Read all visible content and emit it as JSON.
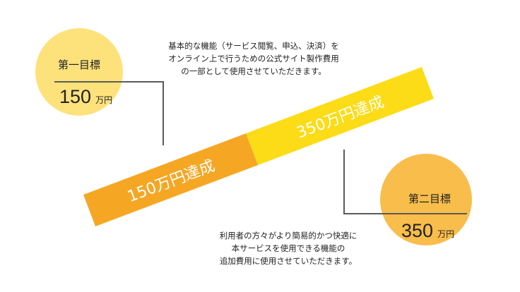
{
  "goal1": {
    "label": "第一目標",
    "value": "150",
    "unit": "万円"
  },
  "goal2": {
    "label": "第二目標",
    "value": "350",
    "unit": "万円"
  },
  "banner": {
    "stage1": "150万円達成",
    "stage2": "350万円達成"
  },
  "note1": [
    "基本的な機能（サービス閲覧、申込、決済）を",
    "オンライン上で行うための公式サイト製作費用",
    "の一部として使用させていただきます。"
  ],
  "note2": [
    "利用者の方々がより簡易的かつ快適に",
    "本サービスを使用できる機能の",
    "追加費用に使用させていただきます。"
  ],
  "colors": {
    "goal1": "#fde27c",
    "goal2": "#f8bd4b",
    "stage1": "#f5a724",
    "stage2": "#fcdc16"
  }
}
